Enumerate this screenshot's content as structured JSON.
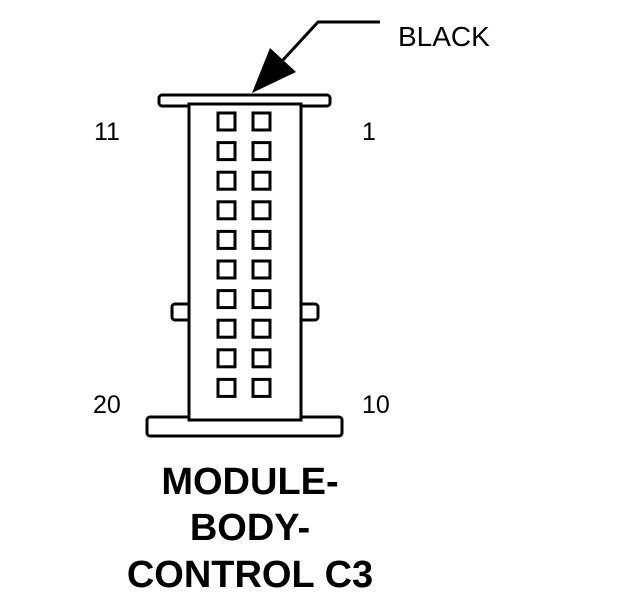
{
  "connector": {
    "color_label": "BLACK",
    "pin_labels": {
      "top_left": "11",
      "top_right": "1",
      "bottom_left": "20",
      "bottom_right": "10"
    },
    "title_lines": [
      "MODULE-",
      "BODY-",
      "CONTROL C3"
    ],
    "cavity_rows": 10,
    "cavity_columns": 2
  },
  "colors": {
    "line": "#000000",
    "background": "#ffffff"
  }
}
